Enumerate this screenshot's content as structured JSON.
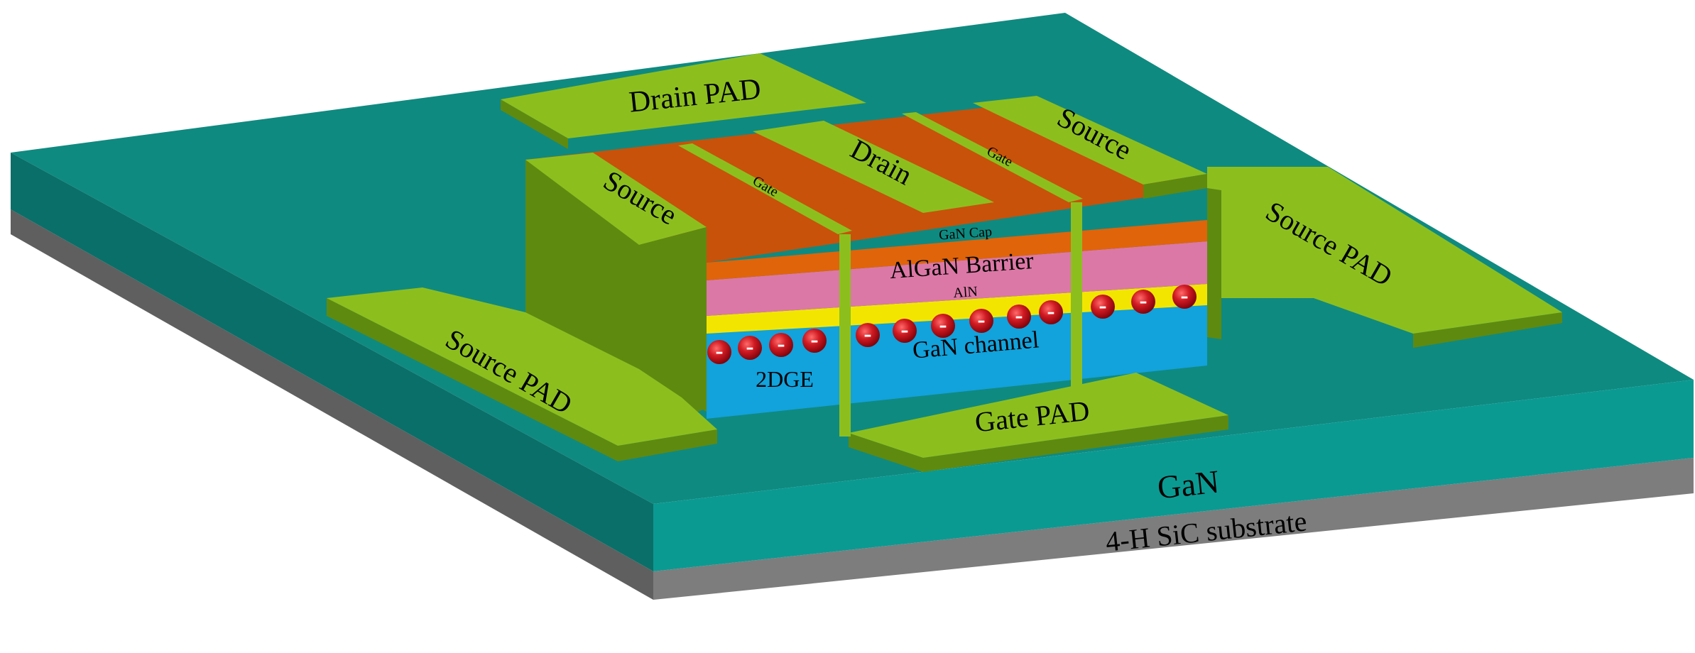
{
  "labels": {
    "drain_pad": "Drain PAD",
    "source_left": "Source",
    "source_right": "Source",
    "gate_left": "Gate",
    "gate_right": "Gate",
    "drain": "Drain",
    "source_pad_left": "Source PAD",
    "source_pad_right": "Source PAD",
    "gan_cap": "GaN Cap",
    "algan_barrier": "AlGaN Barrier",
    "aln": "AlN",
    "gan_channel": "GaN channel",
    "two_dge": "2DGE",
    "gate_pad": "Gate PAD",
    "gan_layer": "GaN",
    "substrate": "4-H SiC substrate"
  },
  "electron_symbol": "–",
  "colors": {
    "gan_top": "#0f8a80",
    "gan_front": "#0a9a92",
    "gan_left": "#0a6f68",
    "substrate_front": "#7d7d7d",
    "substrate_left": "#5f5f5f",
    "metal_top": "#8cbf1e",
    "metal_side": "#5e8a10",
    "cap": "#e0640a",
    "cap_top": "#c8520a",
    "barrier": "#dc78a6",
    "aln": "#f2e600",
    "channel": "#12a2dc",
    "electron": "#c8141e"
  }
}
